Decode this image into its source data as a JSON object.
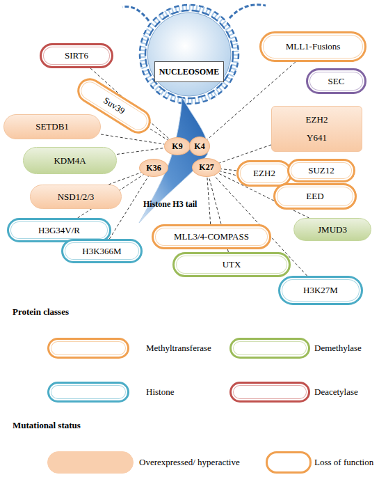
{
  "diagram": {
    "nodes": [
      {
        "text": [
          "NUCLEOSOME"
        ]
      },
      {
        "text": [
          "SIRT6"
        ]
      },
      {
        "text": [
          "MLL1-Fusions"
        ]
      },
      {
        "text": [
          "Suv39"
        ]
      },
      {
        "text": [
          "SEC"
        ]
      },
      {
        "text": [
          "SETDB1"
        ]
      },
      {
        "text": [
          "K9"
        ]
      },
      {
        "text": [
          "K4"
        ]
      },
      {
        "text": [
          "EZH2 Y641"
        ]
      },
      {
        "text": [
          "KDM4A"
        ]
      },
      {
        "text": [
          "K36"
        ]
      },
      {
        "text": [
          "K27"
        ]
      },
      {
        "text": [
          "EZH2"
        ]
      },
      {
        "text": [
          "SUZ12"
        ]
      },
      {
        "text": [
          "EED"
        ]
      },
      {
        "text": [
          "NSD1/2/3"
        ]
      },
      {
        "text": [
          "JMUD3"
        ]
      },
      {
        "text": [
          "H3G34V/R"
        ]
      },
      {
        "text": [
          "MLL3/4-COMPASS"
        ]
      },
      {
        "text": [
          "H3K366M"
        ]
      },
      {
        "text": [
          "UTX"
        ]
      },
      {
        "text": [
          "H3K27M"
        ]
      }
    ],
    "edges": [
      {
        "from": 1,
        "to": 6,
        "arrow": "none"
      },
      {
        "from": 3,
        "to": 6,
        "arrow": "none"
      },
      {
        "from": 5,
        "to": 6,
        "arrow": "none"
      },
      {
        "from": 9,
        "to": 6,
        "arrow": "none"
      },
      {
        "from": 2,
        "to": 7,
        "arrow": "none"
      },
      {
        "from": 8,
        "to": 11,
        "arrow": "none"
      },
      {
        "from": 12,
        "to": 11,
        "arrow": "none"
      },
      {
        "from": 14,
        "to": 11,
        "arrow": "none"
      },
      {
        "from": 16,
        "to": 11,
        "arrow": "none"
      },
      {
        "from": 18,
        "to": 11,
        "arrow": "none"
      },
      {
        "from": 20,
        "to": 11,
        "arrow": "none"
      },
      {
        "from": 21,
        "to": 11,
        "arrow": "none"
      },
      {
        "from": 15,
        "to": 10,
        "arrow": "none"
      },
      {
        "from": 17,
        "to": 10,
        "arrow": "none"
      },
      {
        "from": 19,
        "to": 10,
        "arrow": "none"
      }
    ],
    "labels": [
      "Histone H3 tail",
      "Protein classes",
      "Mutational status"
    ],
    "legend": [
      {
        "text": "Methyltransferase",
        "color": "#f0a050"
      },
      {
        "text": "Demethylase",
        "color": "#9bbb59"
      },
      {
        "text": "Histone",
        "color": "#4bacc6"
      },
      {
        "text": "Deacetylase",
        "color": "#c0504d"
      },
      {
        "text": "Overexpressed/ hyperactive",
        "color": "#f9cfae"
      },
      {
        "text": "Loss of function"
      }
    ]
  }
}
